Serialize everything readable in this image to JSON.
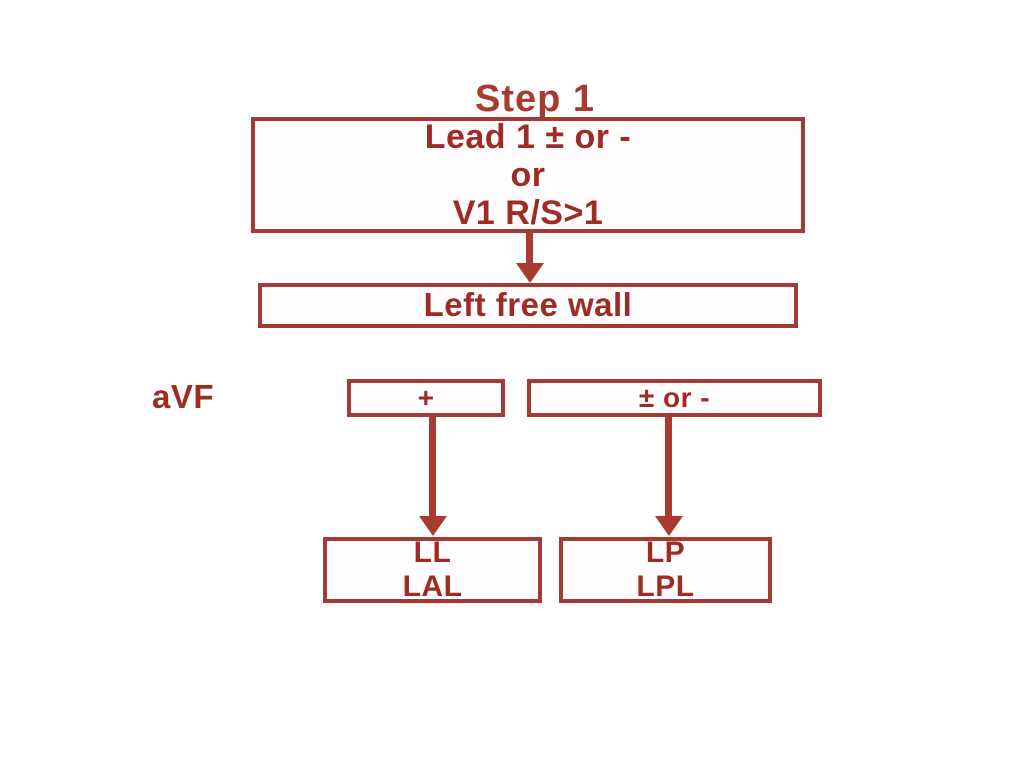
{
  "diagram": {
    "title": "Step 1",
    "accent_color": "#a83a30",
    "text_color": "#9e2b24",
    "background_color": "#ffffff",
    "nodes": {
      "step1_criteria": {
        "lines": [
          "Lead 1 ± or -",
          "or",
          "V1 R/S>1"
        ]
      },
      "left_free_wall": {
        "lines": [
          "Left free wall"
        ]
      },
      "avf_positive": {
        "lines": [
          "+"
        ]
      },
      "avf_negative": {
        "lines": [
          "± or -"
        ]
      },
      "ll_lal": {
        "lines": [
          "LL",
          "LAL"
        ]
      },
      "lp_lpl": {
        "lines": [
          "LP",
          "LPL"
        ]
      }
    },
    "labels": {
      "avf": "aVF"
    }
  }
}
